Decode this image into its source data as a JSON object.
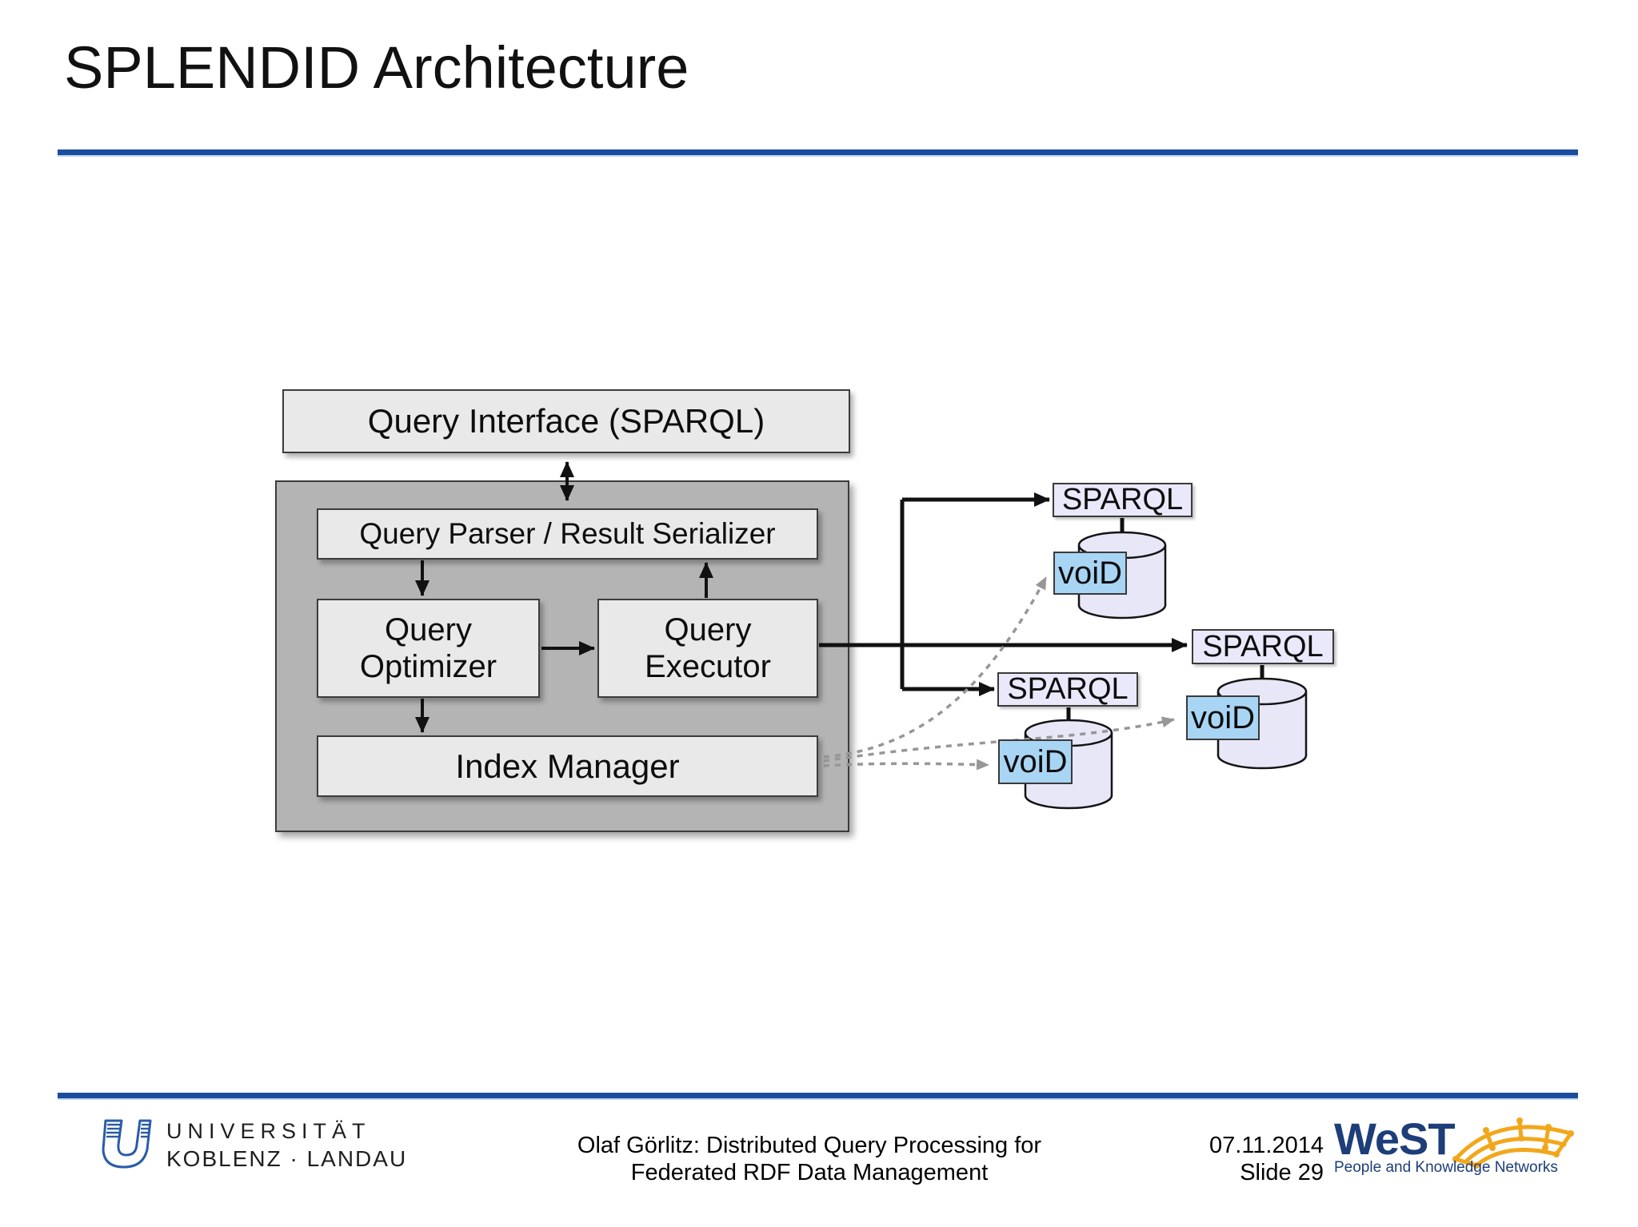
{
  "slide": {
    "title": "SPLENDID Architecture"
  },
  "architecture": {
    "query_interface": "Query Interface (SPARQL)",
    "query_parser": "Query Parser / Result Serializer",
    "query_optimizer": "Query Optimizer",
    "query_executor": "Query Executor",
    "index_manager": "Index Manager"
  },
  "endpoints": [
    {
      "protocol": "SPARQL",
      "stats": "voiD"
    },
    {
      "protocol": "SPARQL",
      "stats": "voiD"
    },
    {
      "protocol": "SPARQL",
      "stats": "voiD"
    }
  ],
  "footer": {
    "university_name": "UNIVERSITÄT",
    "university_campuses": "KOBLENZ · LANDAU",
    "credit_line1": "Olaf Görlitz: Distributed Query Processing for",
    "credit_line2": "Federated RDF Data Management",
    "date": "07.11.2014",
    "slide_number": "Slide 29",
    "west_name": "WeST",
    "west_tagline": "People and Knowledge Networks"
  },
  "colors": {
    "accent_blue": "#1b4c9d",
    "container_gray": "#b4b4b4",
    "module_gray": "#e9e9e9",
    "endpoint_lavender": "#e9e9fb",
    "void_blue": "#a9d5f5",
    "west_navy": "#1d3e78",
    "west_orange": "#f2a71b"
  }
}
